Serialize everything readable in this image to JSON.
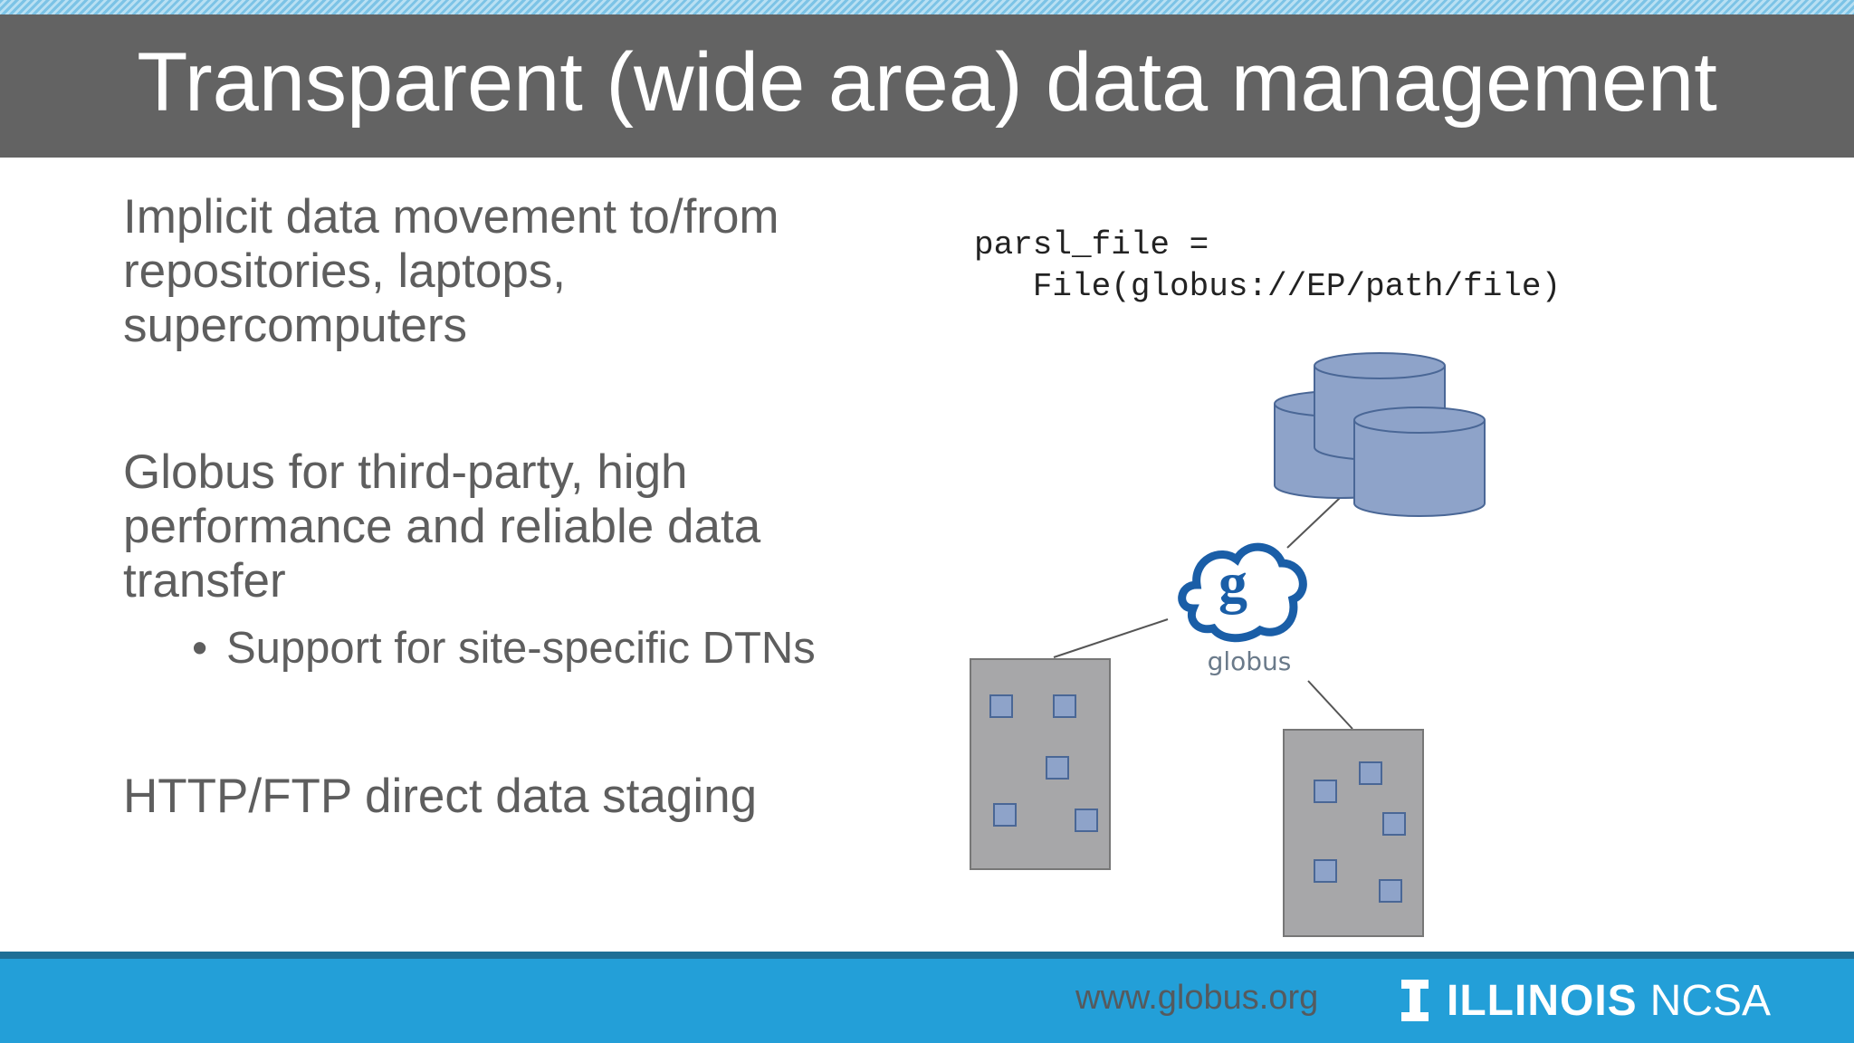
{
  "slide": {
    "title": "Transparent (wide area) data management"
  },
  "bullets": {
    "item1": "Implicit data movement to/from repositories, laptops, supercomputers",
    "item2": "Globus for third-party, high performance and reliable data transfer",
    "item2_sub": "Support for site-specific DTNs",
    "item3": "HTTP/FTP direct data staging"
  },
  "code": {
    "line1": "parsl_file =",
    "line2": "   File(globus://EP/path/file)"
  },
  "diagram": {
    "logo_text": "globus",
    "logo_letter": "g"
  },
  "footer": {
    "url": "www.globus.org",
    "logo_illinois": "ILLINOIS",
    "logo_ncsa": "NCSA"
  },
  "colors": {
    "title_bar": "#636363",
    "footer_blue": "#239fd8",
    "globus_blue": "#1a5ea7"
  }
}
